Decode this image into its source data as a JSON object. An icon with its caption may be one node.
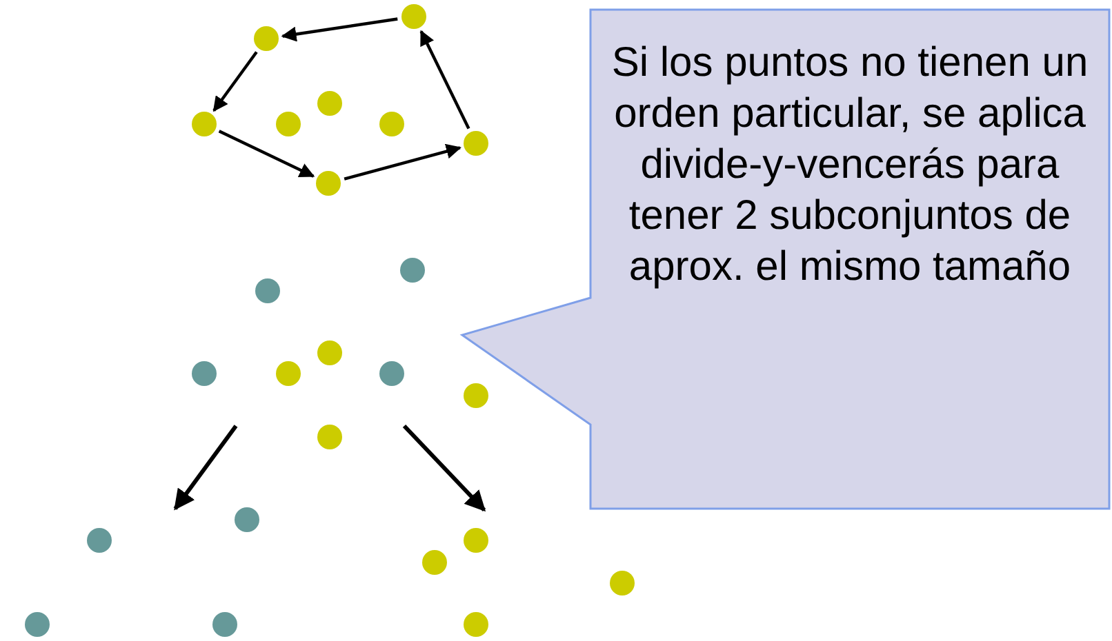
{
  "diagram": {
    "nodes": [
      {
        "text": [],
        "shape": "circle"
      },
      {
        "text": [],
        "shape": "circle"
      },
      {
        "text": [],
        "shape": "circle"
      },
      {
        "text": [],
        "shape": "circle"
      },
      {
        "text": [],
        "shape": "circle"
      },
      {
        "text": [],
        "shape": "circle"
      },
      {
        "text": [],
        "shape": "circle"
      },
      {
        "text": [],
        "shape": "circle"
      },
      {
        "text": [],
        "shape": "circle"
      },
      {
        "text": [],
        "shape": "circle"
      },
      {
        "text": [],
        "shape": "circle"
      },
      {
        "text": [],
        "shape": "circle"
      },
      {
        "text": [],
        "shape": "circle"
      },
      {
        "text": [],
        "shape": "circle"
      },
      {
        "text": [],
        "shape": "circle"
      },
      {
        "text": [],
        "shape": "circle"
      },
      {
        "text": [],
        "shape": "circle"
      },
      {
        "text": [],
        "shape": "circle"
      },
      {
        "text": [],
        "shape": "circle"
      },
      {
        "text": [],
        "shape": "circle"
      },
      {
        "text": [],
        "shape": "circle"
      },
      {
        "text": [],
        "shape": "circle"
      },
      {
        "text": [],
        "shape": "circle"
      },
      {
        "text": [],
        "shape": "circle"
      },
      {
        "text": [
          "Si los puntos no tienen un orden particular, se aplica divide-y-vencerás para tener 2 subconjuntos de aprox. el mismo tamaño"
        ]
      }
    ],
    "edges": [
      {
        "from": 0,
        "to": 1,
        "arrow": "to"
      },
      {
        "from": 1,
        "to": 3,
        "arrow": "to"
      },
      {
        "from": 3,
        "to": 7,
        "arrow": "to"
      },
      {
        "from": 7,
        "to": 6,
        "arrow": "to"
      },
      {
        "from": 6,
        "to": 0,
        "arrow": "to"
      }
    ]
  }
}
